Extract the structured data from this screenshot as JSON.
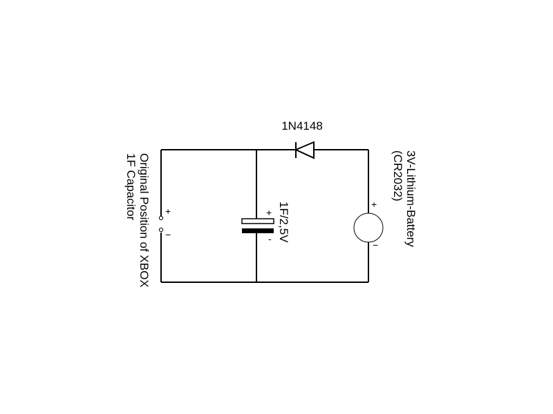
{
  "diagram": {
    "diode_label": "1N4148",
    "capacitor_label": "1F/2,5V",
    "capacitor_plus": "+",
    "capacitor_minus": "-",
    "battery_label_line1": "3V-Lithium-Battery",
    "battery_label_line2": "(CR2032)",
    "battery_plus": "+",
    "battery_minus": "−",
    "terminal_label_line1": "Original Position of XBOX",
    "terminal_label_line2": "1F Capacitor",
    "terminal_plus": "+",
    "terminal_minus": "−"
  }
}
